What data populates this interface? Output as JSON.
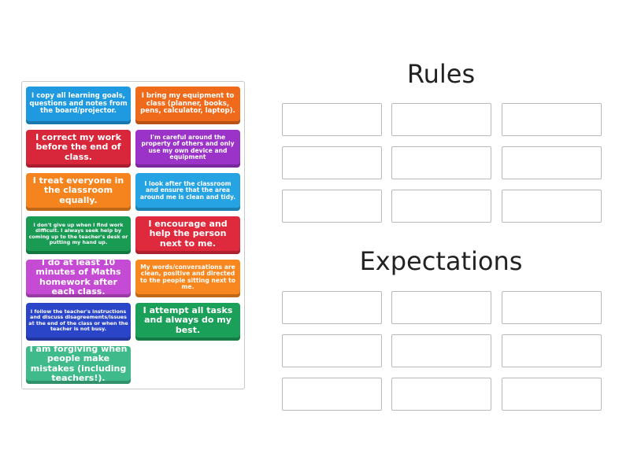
{
  "cards": [
    {
      "text": "I copy all learning goals, questions and notes from the board/projector."
    },
    {
      "text": "I bring my equipment to class (planner, books, pens, calculator, laptop)."
    },
    {
      "text": "I correct my work before the end of class."
    },
    {
      "text": "I'm careful around the property of others and only use my own device and equipment"
    },
    {
      "text": "I treat everyone in the classroom equally."
    },
    {
      "text": "I look after the classroom and ensure that the area around me is clean and tidy."
    },
    {
      "text": "I don't give up when I find work difficult. I always seek help by coming up to the teacher's desk or putting my hand up."
    },
    {
      "text": "I encourage and help the person next to me."
    },
    {
      "text": "I do at least 10 minutes of Maths homework after each class."
    },
    {
      "text": "My words/conversations are clean, positive and directed to the people sitting next to me."
    },
    {
      "text": "I follow the teacher's instructions and discuss disagreements/issues at the end of the class or when the teacher is not busy."
    },
    {
      "text": "I attempt all tasks and always do my best."
    },
    {
      "text": "I am forgiving when people make mistakes (including teachers!)."
    }
  ],
  "groups": [
    {
      "title": "Rules"
    },
    {
      "title": "Expectations"
    }
  ]
}
